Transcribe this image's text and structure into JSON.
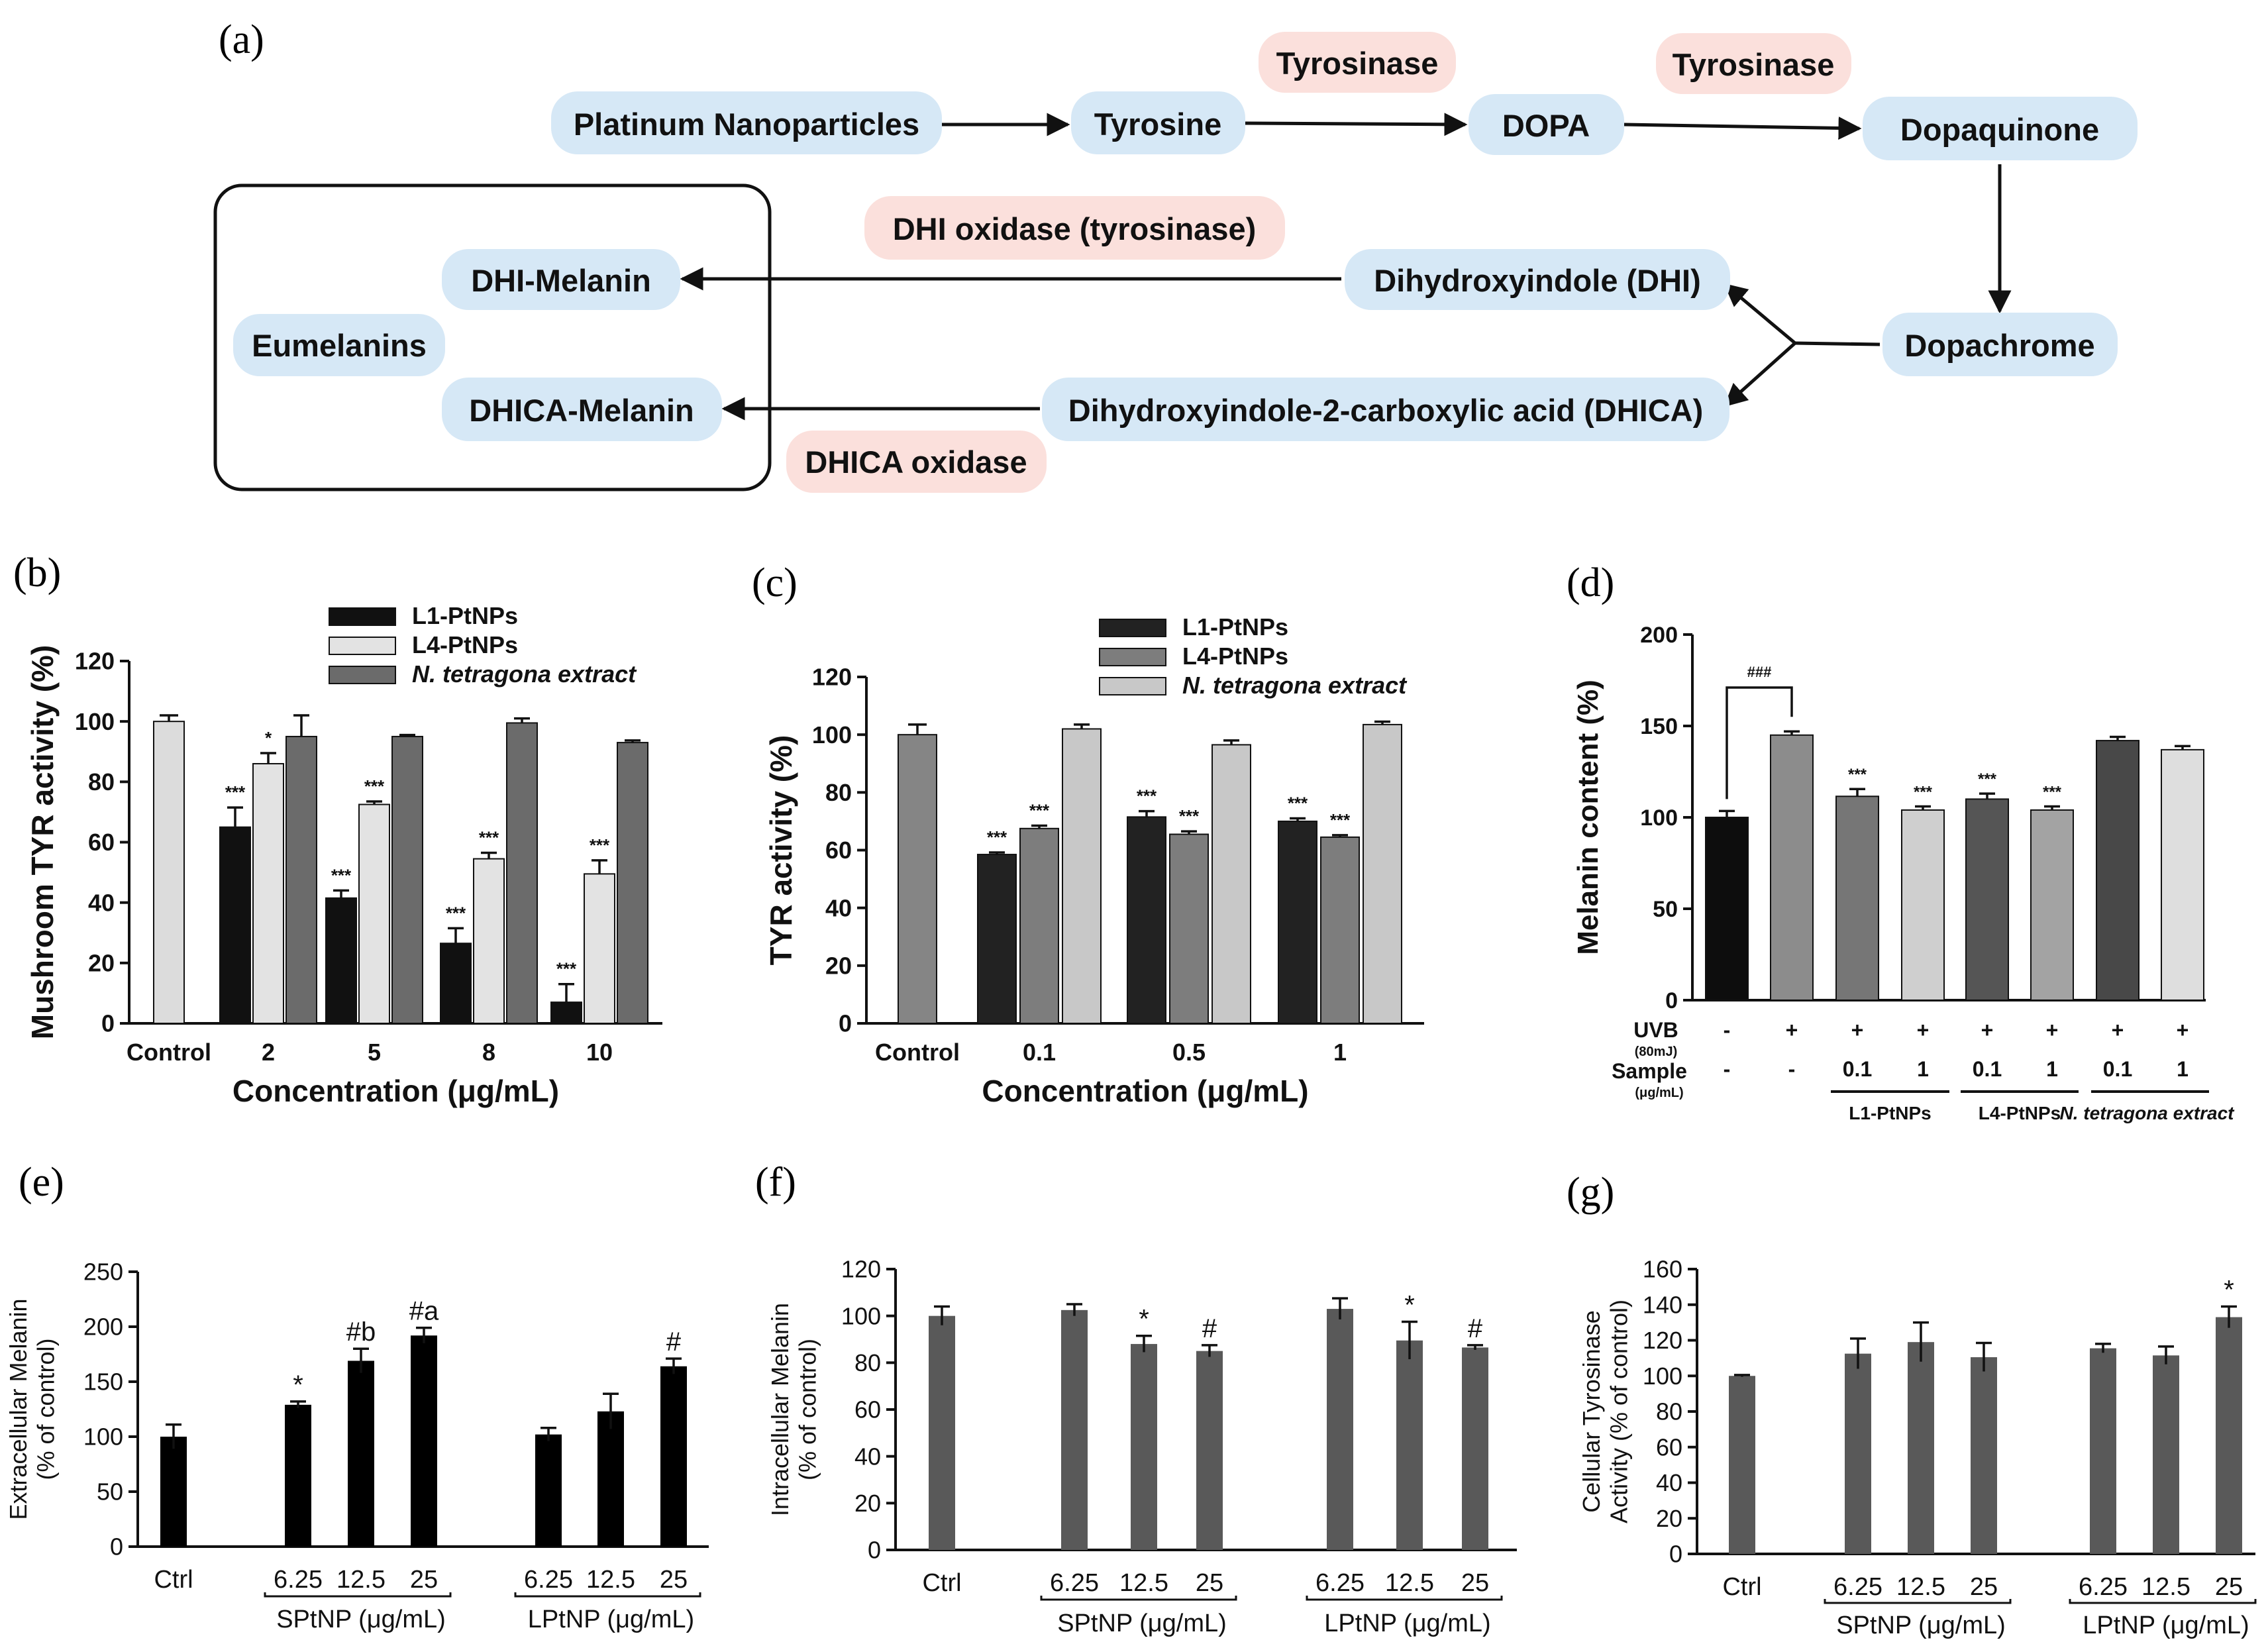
{
  "panel_labels": [
    "(a)",
    "(b)",
    "(c)",
    "(d)",
    "(e)",
    "(f)",
    "(g)"
  ],
  "pathway": {
    "nodes": {
      "ptnp": "Platinum Nanoparticles",
      "tyrosine": "Tyrosine",
      "dopa": "DOPA",
      "dopaquinone": "Dopaquinone",
      "dopachrome": "Dopachrome",
      "dhi": "Dihydroxyindole (DHI)",
      "dhica": "Dihydroxyindole-2-carboxylic acid (DHICA)",
      "dhi_melanin": "DHI-Melanin",
      "dhica_melanin": "DHICA-Melanin",
      "eumelanins": "Eumelanins"
    },
    "enzymes": {
      "tyr1": "Tyrosinase",
      "tyr2": "Tyrosinase",
      "dhi_oxidase": "DHI oxidase (tyrosinase)",
      "dhica_oxidase": "DHICA oxidase"
    },
    "colors": {
      "node_fill": "#d6e8f6",
      "enzyme_fill": "#fbe0dc"
    }
  },
  "chart_data": [
    {
      "panel": "(b)",
      "type": "bar",
      "ylabel": "Mushroom TYR activity (%)",
      "xlabel": "Concentration (μg/mL)",
      "ylim": [
        0,
        120
      ],
      "yticks": [
        0,
        20,
        40,
        60,
        80,
        100,
        120
      ],
      "categories": [
        "Control",
        "2",
        "5",
        "8",
        "10"
      ],
      "series": [
        {
          "name": "L1-PtNPs",
          "color": "#111111",
          "values": [
            null,
            65,
            41.5,
            26.5,
            7
          ]
        },
        {
          "name": "L4-PtNPs",
          "color": "#e3e3e3",
          "values": [
            null,
            86,
            72.5,
            54.5,
            49.5
          ]
        },
        {
          "name": "N. tetragona extract",
          "color": "#6b6b6b",
          "values": [
            null,
            95,
            95,
            99.5,
            93
          ]
        }
      ],
      "control": {
        "value": 100,
        "color": "#dcdcdc",
        "err": 2
      },
      "errors": [
        [
          null,
          6.5,
          2.5,
          5,
          6
        ],
        [
          null,
          3.5,
          1,
          2,
          4.5
        ],
        [
          null,
          7,
          0.5,
          1.5,
          0.7
        ]
      ],
      "significance": [
        [
          null,
          "***",
          "***",
          "***",
          "***"
        ],
        [
          null,
          "*",
          "***",
          "***",
          "***"
        ],
        [
          null,
          "",
          "",
          "",
          ""
        ]
      ]
    },
    {
      "panel": "(c)",
      "type": "bar",
      "ylabel": "TYR activity (%)",
      "xlabel": "Concentration (μg/mL)",
      "ylim": [
        0,
        120
      ],
      "yticks": [
        0,
        20,
        40,
        60,
        80,
        100,
        120
      ],
      "categories": [
        "Control",
        "0.1",
        "0.5",
        "1"
      ],
      "series": [
        {
          "name": "L1-PtNPs",
          "color": "#222222",
          "values": [
            null,
            58.5,
            71.5,
            70
          ]
        },
        {
          "name": "L4-PtNPs",
          "color": "#7d7d7d",
          "values": [
            null,
            67.5,
            65.5,
            64.5
          ]
        },
        {
          "name": "N. tetragona extract",
          "color": "#c8c8c8",
          "values": [
            null,
            102,
            96.5,
            103.5
          ]
        }
      ],
      "control": {
        "value": 100,
        "color": "#858585",
        "err": 3.5
      },
      "errors": [
        [
          null,
          0.7,
          2,
          1
        ],
        [
          null,
          1,
          1,
          0.7
        ],
        [
          null,
          1.5,
          1.5,
          1
        ]
      ],
      "significance": [
        [
          null,
          "***",
          "***",
          "***"
        ],
        [
          null,
          "***",
          "***",
          "***"
        ],
        [
          null,
          "",
          "",
          ""
        ]
      ]
    },
    {
      "panel": "(d)",
      "type": "bar",
      "ylabel": "Melanin content (%)",
      "ylim": [
        0,
        200
      ],
      "yticks": [
        0,
        50,
        100,
        150,
        200
      ],
      "row_labels": {
        "uvb": "UVB",
        "uvb_sub": "(80mJ)",
        "sample": "Sample",
        "sample_sub": "(μg/mL)"
      },
      "uvb": [
        "-",
        "+",
        "+",
        "+",
        "+",
        "+",
        "+",
        "+"
      ],
      "sample": [
        "-",
        "-",
        "0.1",
        "1",
        "0.1",
        "1",
        "0.1",
        "1"
      ],
      "groups": [
        "L1-PtNPs",
        "L4-PtNPs",
        "N. tetragona extract"
      ],
      "values": [
        100,
        145,
        111.5,
        104,
        110,
        104,
        142,
        137
      ],
      "errors": [
        3.5,
        2,
        4,
        2,
        3,
        2,
        2,
        2
      ],
      "colors": [
        "#0d0d0d",
        "#8c8c8c",
        "#767676",
        "#cfcfcf",
        "#555555",
        "#a3a3a3",
        "#484848",
        "#dedede"
      ],
      "significance": [
        "",
        "",
        "***",
        "***",
        "***",
        "***",
        "",
        ""
      ],
      "bracket_label": "###"
    },
    {
      "panel": "(e)",
      "type": "bar",
      "ylabel": "Extracellular Melanin (% of control)",
      "ylim": [
        0,
        250
      ],
      "yticks": [
        0,
        50,
        100,
        150,
        200,
        250
      ],
      "categories": [
        "Ctrl",
        "6.25",
        "12.5",
        "25",
        "6.25",
        "12.5",
        "25"
      ],
      "group_labels": [
        "SPtNP (μg/mL)",
        "LPtNP (μg/mL)"
      ],
      "values": [
        100,
        129,
        169,
        192,
        102,
        123,
        164
      ],
      "errors": [
        11,
        3,
        11,
        7,
        6,
        16,
        7
      ],
      "annotations": [
        "",
        "*",
        "#b",
        "#a",
        "",
        "",
        "#"
      ],
      "color": "#000000"
    },
    {
      "panel": "(f)",
      "type": "bar",
      "ylabel": "Intracellular Melanin (% of control)",
      "ylim": [
        0,
        120
      ],
      "yticks": [
        0,
        20,
        40,
        60,
        80,
        100,
        120
      ],
      "categories": [
        "Ctrl",
        "6.25",
        "12.5",
        "25",
        "6.25",
        "12.5",
        "25"
      ],
      "group_labels": [
        "SPtNP (μg/mL)",
        "LPtNP (μg/mL)"
      ],
      "values": [
        100,
        102.5,
        88,
        85,
        103,
        89.5,
        86.5
      ],
      "errors": [
        4,
        2.5,
        3.5,
        2.5,
        4.5,
        8,
        1
      ],
      "annotations": [
        "",
        "",
        "*",
        "#",
        "",
        "*",
        "#"
      ],
      "color": "#595959"
    },
    {
      "panel": "(g)",
      "type": "bar",
      "ylabel": "Cellular Tyrosinase Activity (% of control)",
      "ylim": [
        0,
        160
      ],
      "yticks": [
        0,
        20,
        40,
        60,
        80,
        100,
        120,
        140,
        160
      ],
      "categories": [
        "Ctrl",
        "6.25",
        "12.5",
        "25",
        "6.25",
        "12.5",
        "25"
      ],
      "group_labels": [
        "SPtNP (μg/mL)",
        "LPtNP (μg/mL)"
      ],
      "values": [
        100,
        112.5,
        119,
        110.5,
        115.5,
        111.5,
        133
      ],
      "errors": [
        0.5,
        8.5,
        11,
        8,
        2.5,
        5,
        6
      ],
      "annotations": [
        "",
        "",
        "",
        "",
        "",
        "",
        "*"
      ],
      "color": "#595959"
    }
  ]
}
